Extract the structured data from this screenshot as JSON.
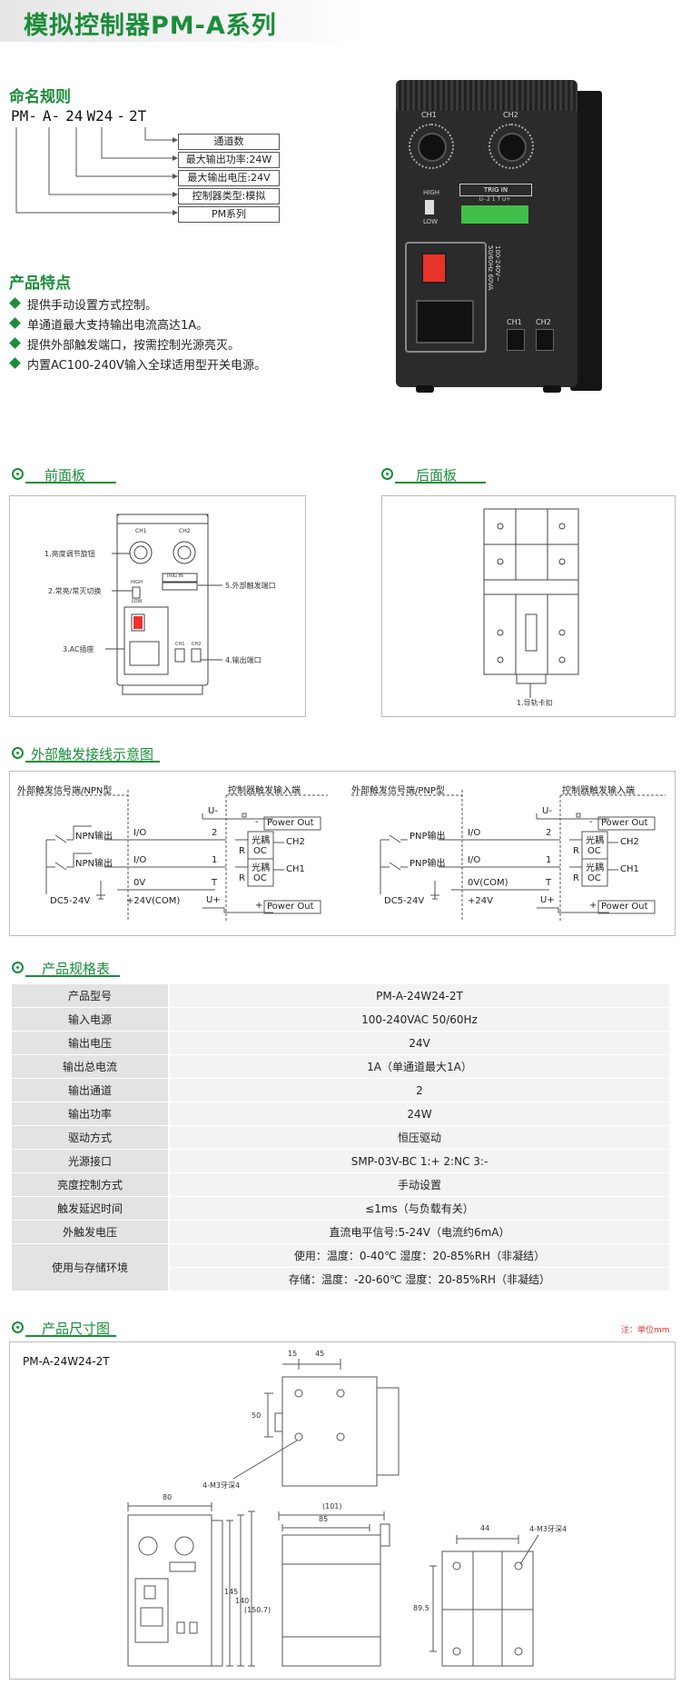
{
  "title": "模拟控制器PM-A系列",
  "naming": {
    "heading": "命名规则",
    "code": [
      "PM-",
      "A-",
      "24",
      "W24",
      "-",
      "2T"
    ],
    "labels": [
      "通道数",
      "最大输出功率:24W",
      "最大输出电压:24V",
      "控制器类型:模拟",
      "PM系列"
    ]
  },
  "features": {
    "heading": "产品特点",
    "items": [
      "提供手动设置方式控制。",
      "单通道最大支持输出电流高达1A。",
      "提供外部触发端口，按需控制光源亮灭。",
      "内置AC100-240V输入全球适用型开关电源。"
    ]
  },
  "device": {
    "ch1": "CH1",
    "ch2": "CH2",
    "trig": "TRIG IN",
    "trig_pins": "U- 2 1 T U+",
    "high": "HIGH",
    "low": "LOW",
    "power_text": "100-240V~ 50/60Hz 60VA",
    "out_ch1": "CH1",
    "out_ch2": "CH2"
  },
  "front_panel": {
    "heading": "前面板",
    "callouts": [
      "1.亮度调节旋钮",
      "2.常亮/常灭切换",
      "3.AC插座",
      "5.外部触发端口",
      "4.输出端口"
    ],
    "ch1": "CH1",
    "ch2": "CH2",
    "trig": "TRIG IN",
    "high": "HIGH",
    "low": "LOW",
    "out1": "CH1",
    "out2": "CH2"
  },
  "rear_panel": {
    "heading": "后面板",
    "callout": "1.导轨卡扣"
  },
  "wiring": {
    "heading": "外部触发接线示意图",
    "npn": {
      "source_title": "外部触发信号端/NPN型",
      "target_title": "控制器触发输入端",
      "out1": "NPN输出",
      "out2": "NPN输出",
      "io1": "I/O",
      "io2": "I/O",
      "zero": "0V",
      "dc": "DC5-24V",
      "com": "+24V(COM)",
      "pins": [
        "U-",
        "2",
        "1",
        "T",
        "U+"
      ],
      "minus": "-",
      "plus": "+",
      "power_out_top": "Power Out",
      "power_out_bottom": "Power Out",
      "r1": "R",
      "r2": "R",
      "opto1": "光耦",
      "opto2": "光耦",
      "oc1": "OC",
      "oc2": "OC",
      "ch2": "CH2",
      "ch1": "CH1"
    },
    "pnp": {
      "source_title": "外部触发信号端/PNP型",
      "target_title": "控制器触发输入端",
      "out1": "PNP输出",
      "out2": "PNP输出",
      "io1": "I/O",
      "io2": "I/O",
      "zero": "0V(COM)",
      "dc": "DC5-24V",
      "com": "+24V",
      "pins": [
        "U-",
        "2",
        "1",
        "T",
        "U+"
      ],
      "minus": "-",
      "plus": "+",
      "power_out_top": "Power Out",
      "power_out_bottom": "Power Out",
      "r1": "R",
      "r2": "R",
      "opto1": "光耦",
      "opto2": "光耦",
      "oc1": "OC",
      "oc2": "OC",
      "ch2": "CH2",
      "ch1": "CH1"
    }
  },
  "specs": {
    "heading": "产品规格表",
    "rows": [
      {
        "k": "产品型号",
        "v": "PM-A-24W24-2T"
      },
      {
        "k": "输入电源",
        "v": "100-240VAC 50/60Hz"
      },
      {
        "k": "输出电压",
        "v": "24V"
      },
      {
        "k": "输出总电流",
        "v": "1A（单通道最大1A）"
      },
      {
        "k": "输出通道",
        "v": "2"
      },
      {
        "k": "输出功率",
        "v": "24W"
      },
      {
        "k": "驱动方式",
        "v": "恒压驱动"
      },
      {
        "k": "光源接口",
        "v": "SMP-03V-BC 1:+ 2:NC  3:-"
      },
      {
        "k": "亮度控制方式",
        "v": "手动设置"
      },
      {
        "k": "触发延迟时间",
        "v": "≤1ms（与负载有关）"
      },
      {
        "k": "外触发电压",
        "v": "直流电平信号:5-24V（电流约6mA）"
      }
    ],
    "env_label": "使用与存储环境",
    "env_use": "使用：温度：0-40℃ 湿度：20-85%RH（非凝结）",
    "env_store": "存储：温度：-20-60℃ 湿度：20-85%RH（非凝结）"
  },
  "dimensions": {
    "heading": "产品尺寸图",
    "unit_note": "注：单位mm",
    "model": "PM-A-24W24-2T",
    "top": {
      "d15": "15",
      "d45": "45",
      "d50": "50",
      "screw": "4-M3牙深4"
    },
    "front": {
      "d80": "80",
      "d145": "145",
      "d140": "140",
      "d150": "(150.7)"
    },
    "side": {
      "d101": "(101)",
      "d85": "85"
    },
    "back": {
      "d44": "44",
      "screw": "4-M3牙深4",
      "d89": "89.5"
    }
  }
}
